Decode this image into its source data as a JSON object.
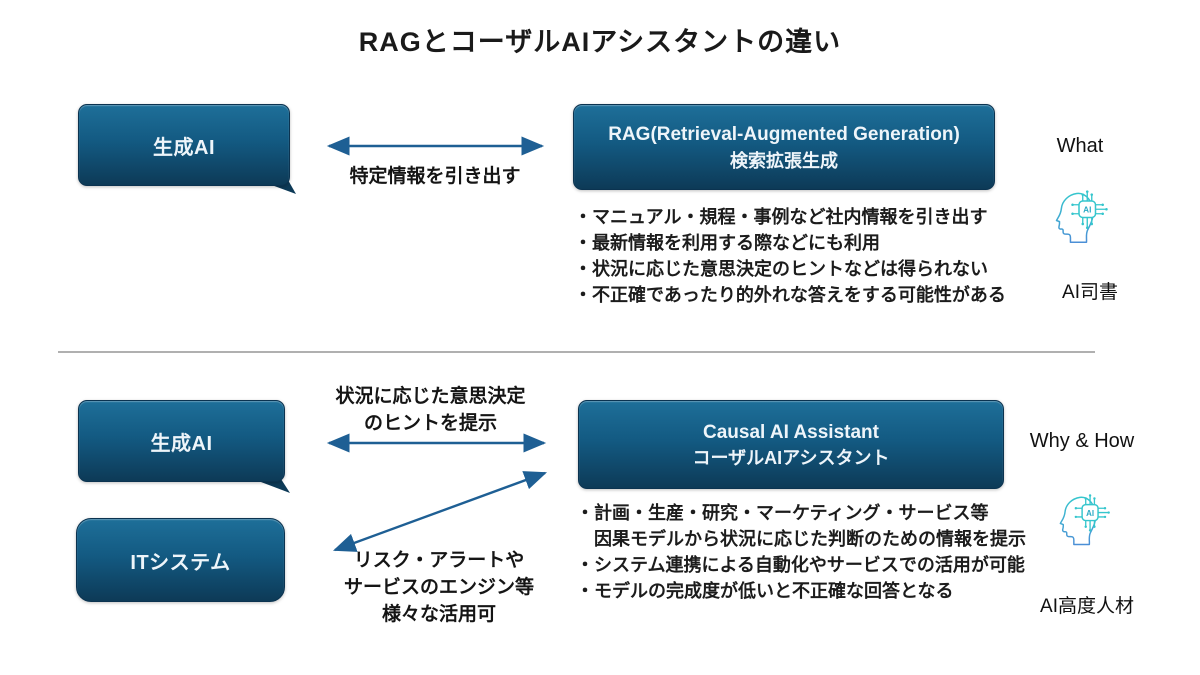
{
  "title": "RAGとコーザルAIアシスタントの違い",
  "colors": {
    "box_gradient_top": "#1e6f99",
    "box_gradient_bottom": "#0d3a57",
    "arrow": "#1e5f94",
    "divider": "#b0b0b0",
    "icon_teal": "#35c6cd",
    "icon_blue": "#4b8fd6"
  },
  "icon": {
    "chip_text": "AI"
  },
  "top_section": {
    "left_box_label": "生成AI",
    "arrow_label": "特定情報を引き出す",
    "right_box_title": "RAG(Retrieval-Augmented Generation)",
    "right_box_subtitle": "検索拡張生成",
    "bullets": [
      "・マニュアル・規程・事例など社内情報を引き出す",
      "・最新情報を利用する際などにも利用",
      "・状況に応じた意思決定のヒントなどは得られない",
      "・不正確であったり的外れな答えをする可能性がある"
    ],
    "side_label": "What",
    "persona_label": "AI司書"
  },
  "bottom_section": {
    "left_box1_label": "生成AI",
    "left_box2_label": "ITシステム",
    "horizontal_arrow_label_lines": [
      "状況に応じた意思決定",
      "のヒントを提示"
    ],
    "diagonal_arrow_label_lines": [
      "リスク・アラートや",
      "サービスのエンジン等",
      "様々な活用可"
    ],
    "right_box_title": "Causal AI Assistant",
    "right_box_subtitle": "コーザルAIアシスタント",
    "bullets": [
      "・計画・生産・研究・マーケティング・サービス等",
      "　因果モデルから状況に応じた判断のための情報を提示",
      "・システム連携による自動化やサービスでの活用が可能",
      "・モデルの完成度が低いと不正確な回答となる"
    ],
    "side_label": "Why & How",
    "persona_label": "AI高度人材"
  }
}
